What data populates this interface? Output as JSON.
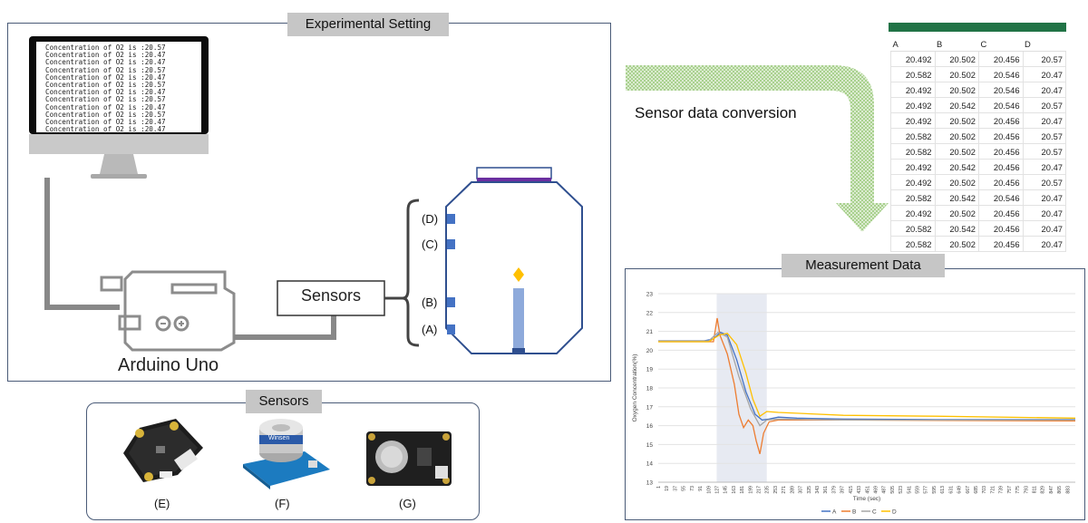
{
  "experimental_setting": {
    "title": "Experimental Setting",
    "monitor_lines": [
      "Concentration of O2 is :20.57",
      "Concentration of O2 is :20.47",
      "Concentration of O2 is :20.47",
      "Concentration of O2 is :20.57",
      "Concentration of O2 is :20.47",
      "Concentration of O2 is :20.57",
      "Concentration of O2 is :20.47",
      "Concentration of O2 is :20.57",
      "Concentration of O2 is :20.47",
      "Concentration of O2 is :20.57",
      "Concentration of O2 is :20.47",
      "Concentration of O2 is :20.47"
    ],
    "arduino_label": "Arduino Uno",
    "sensors_box_label": "Sensors",
    "sensor_markers": [
      "(D)",
      "(C)",
      "(B)",
      "(A)"
    ]
  },
  "sensors_panel": {
    "title": "Sensors",
    "items": [
      {
        "label": "(E)"
      },
      {
        "label": "(F)",
        "brand_text": "Winsen"
      },
      {
        "label": "(G)"
      }
    ]
  },
  "conversion_label": "Sensor data conversion",
  "spreadsheet": {
    "columns": [
      "A",
      "B",
      "C",
      "D"
    ],
    "rows": [
      [
        "20.492",
        "20.502",
        "20.456",
        "20.57"
      ],
      [
        "20.582",
        "20.502",
        "20.546",
        "20.47"
      ],
      [
        "20.492",
        "20.502",
        "20.546",
        "20.47"
      ],
      [
        "20.492",
        "20.542",
        "20.546",
        "20.57"
      ],
      [
        "20.492",
        "20.502",
        "20.456",
        "20.47"
      ],
      [
        "20.582",
        "20.502",
        "20.456",
        "20.57"
      ],
      [
        "20.582",
        "20.502",
        "20.456",
        "20.57"
      ],
      [
        "20.492",
        "20.542",
        "20.456",
        "20.47"
      ],
      [
        "20.492",
        "20.502",
        "20.456",
        "20.57"
      ],
      [
        "20.582",
        "20.542",
        "20.546",
        "20.47"
      ],
      [
        "20.492",
        "20.502",
        "20.456",
        "20.47"
      ],
      [
        "20.582",
        "20.542",
        "20.456",
        "20.47"
      ],
      [
        "20.582",
        "20.502",
        "20.456",
        "20.47"
      ]
    ],
    "header_color": "#217346"
  },
  "measurement": {
    "title": "Measurement Data",
    "ylabel": "Oxygen Concentration(%)",
    "xlabel": "Time (sec)",
    "ylim": [
      13,
      23
    ],
    "y_ticks": [
      13,
      14,
      15,
      16,
      17,
      18,
      19,
      20,
      21,
      22,
      23
    ],
    "x_ticks": [
      1,
      19,
      37,
      55,
      73,
      91,
      109,
      127,
      145,
      163,
      181,
      199,
      217,
      235,
      253,
      271,
      289,
      307,
      325,
      343,
      361,
      379,
      397,
      415,
      433,
      451,
      469,
      487,
      505,
      523,
      541,
      559,
      577,
      595,
      613,
      631,
      649,
      667,
      685,
      703,
      721,
      739,
      757,
      775,
      793,
      811,
      829,
      847,
      865,
      883
    ],
    "xlim": [
      1,
      900
    ],
    "highlight_range": [
      127,
      235
    ],
    "series": [
      {
        "name": "A",
        "color": "#4472c4",
        "points": [
          [
            1,
            20.5
          ],
          [
            100,
            20.5
          ],
          [
            120,
            20.6
          ],
          [
            135,
            20.95
          ],
          [
            150,
            20.8
          ],
          [
            170,
            19.5
          ],
          [
            190,
            17.8
          ],
          [
            210,
            16.6
          ],
          [
            225,
            16.3
          ],
          [
            240,
            16.35
          ],
          [
            260,
            16.45
          ],
          [
            300,
            16.4
          ],
          [
            400,
            16.35
          ],
          [
            600,
            16.32
          ],
          [
            900,
            16.32
          ]
        ]
      },
      {
        "name": "B",
        "color": "#ed7d31",
        "points": [
          [
            1,
            20.45
          ],
          [
            120,
            20.45
          ],
          [
            128,
            21.7
          ],
          [
            134,
            20.8
          ],
          [
            150,
            19.8
          ],
          [
            165,
            18.2
          ],
          [
            175,
            16.6
          ],
          [
            185,
            15.9
          ],
          [
            195,
            16.3
          ],
          [
            205,
            16.0
          ],
          [
            212,
            15.2
          ],
          [
            220,
            14.5
          ],
          [
            228,
            15.6
          ],
          [
            240,
            16.2
          ],
          [
            260,
            16.3
          ],
          [
            400,
            16.3
          ],
          [
            900,
            16.25
          ]
        ]
      },
      {
        "name": "C",
        "color": "#a5a5a5",
        "points": [
          [
            1,
            20.5
          ],
          [
            110,
            20.5
          ],
          [
            130,
            20.95
          ],
          [
            150,
            20.7
          ],
          [
            175,
            18.6
          ],
          [
            200,
            16.9
          ],
          [
            220,
            16.0
          ],
          [
            235,
            16.3
          ],
          [
            260,
            16.35
          ],
          [
            400,
            16.3
          ],
          [
            900,
            16.3
          ]
        ]
      },
      {
        "name": "D",
        "color": "#ffc000",
        "points": [
          [
            1,
            20.45
          ],
          [
            110,
            20.45
          ],
          [
            132,
            20.8
          ],
          [
            150,
            20.9
          ],
          [
            170,
            20.3
          ],
          [
            190,
            18.8
          ],
          [
            205,
            17.4
          ],
          [
            220,
            16.5
          ],
          [
            235,
            16.75
          ],
          [
            260,
            16.7
          ],
          [
            400,
            16.55
          ],
          [
            600,
            16.5
          ],
          [
            900,
            16.4
          ]
        ]
      }
    ]
  }
}
